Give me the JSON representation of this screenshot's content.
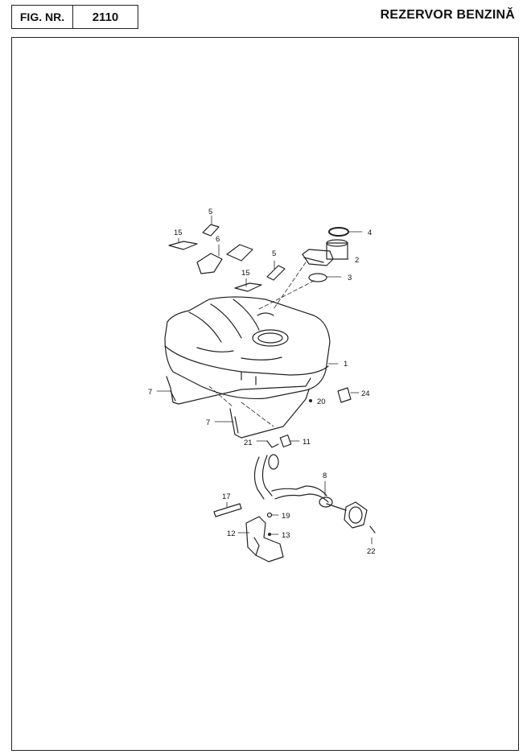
{
  "header": {
    "fig_label": "FIG. NR.",
    "fig_number": "2110",
    "title": "REZERVOR BENZINĂ"
  },
  "callouts": [
    "1",
    "2",
    "3",
    "4",
    "5",
    "5",
    "6",
    "7",
    "7",
    "8",
    "11",
    "12",
    "13",
    "15",
    "15",
    "17",
    "19",
    "20",
    "21",
    "22",
    "24"
  ]
}
